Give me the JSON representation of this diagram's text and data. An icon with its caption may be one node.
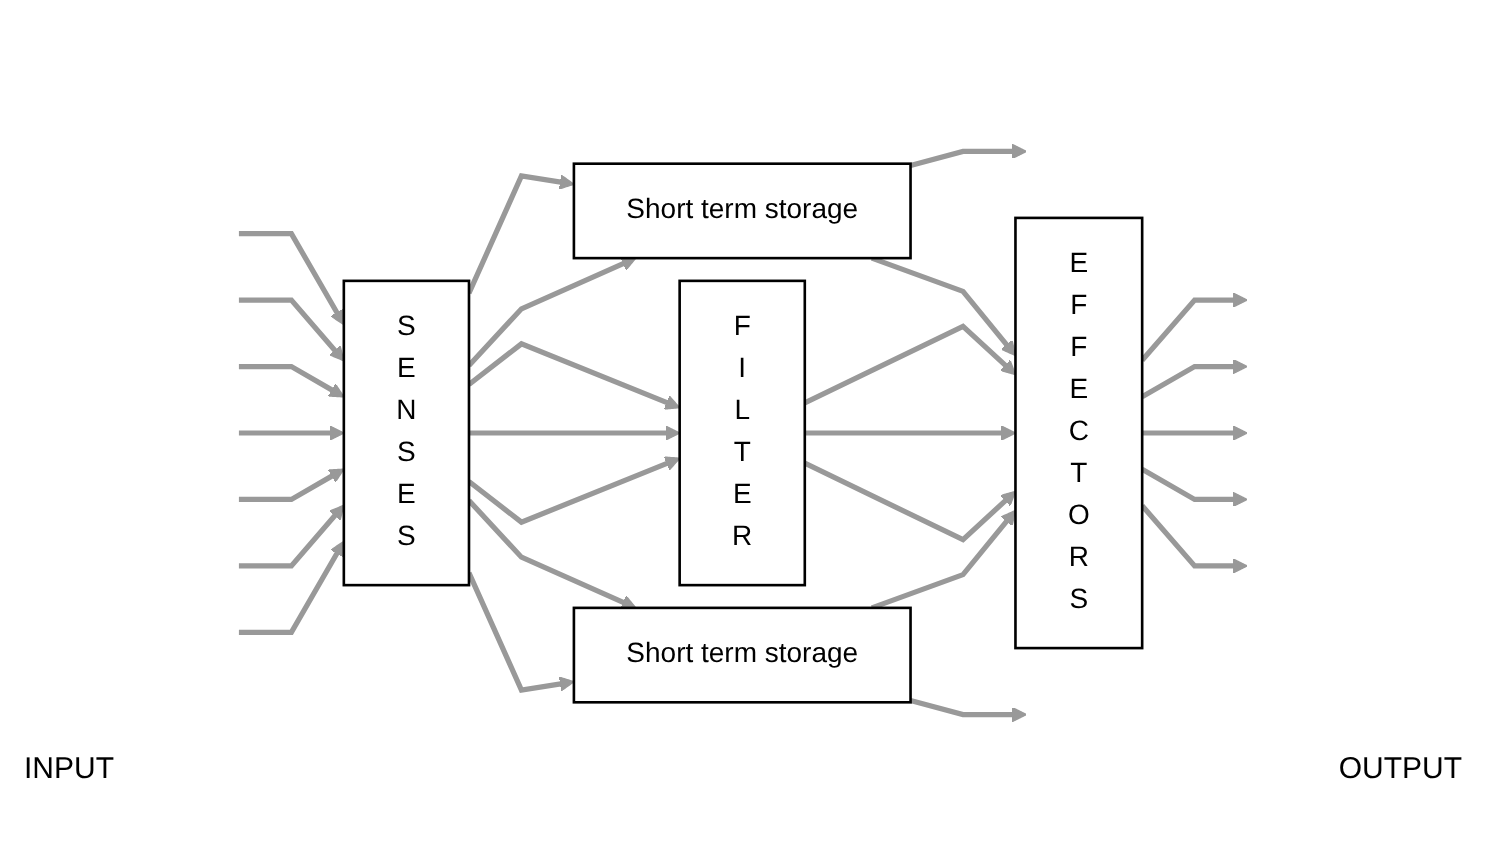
{
  "diagram": {
    "nodes": [
      {
        "text": [
          "S E N S E S"
        ]
      },
      {
        "text": [
          "Short term storage"
        ]
      },
      {
        "text": [
          "F I L T E R"
        ]
      },
      {
        "text": [
          "Short term storage"
        ]
      },
      {
        "text": [
          "E F F E C T O R S"
        ]
      }
    ],
    "edges": [
      {
        "from": null,
        "to": 0,
        "arrow": "to"
      },
      {
        "from": null,
        "to": 0,
        "arrow": "to"
      },
      {
        "from": null,
        "to": 0,
        "arrow": "to"
      },
      {
        "from": null,
        "to": 0,
        "arrow": "to"
      },
      {
        "from": null,
        "to": 0,
        "arrow": "to"
      },
      {
        "from": null,
        "to": 0,
        "arrow": "to"
      },
      {
        "from": null,
        "to": 0,
        "arrow": "to"
      },
      {
        "from": 0,
        "to": 1,
        "arrow": "to"
      },
      {
        "from": 0,
        "to": 1,
        "arrow": "to"
      },
      {
        "from": 0,
        "to": 2,
        "arrow": "to"
      },
      {
        "from": 0,
        "to": 2,
        "arrow": "to"
      },
      {
        "from": 0,
        "to": 2,
        "arrow": "to"
      },
      {
        "from": 0,
        "to": 3,
        "arrow": "to"
      },
      {
        "from": 0,
        "to": 3,
        "arrow": "to"
      },
      {
        "from": 1,
        "to": null,
        "arrow": "to"
      },
      {
        "from": 1,
        "to": 4,
        "arrow": "to"
      },
      {
        "from": 2,
        "to": 4,
        "arrow": "to"
      },
      {
        "from": 2,
        "to": 4,
        "arrow": "to"
      },
      {
        "from": 2,
        "to": 4,
        "arrow": "to"
      },
      {
        "from": 3,
        "to": 4,
        "arrow": "to"
      },
      {
        "from": 3,
        "to": null,
        "arrow": "to"
      },
      {
        "from": 4,
        "to": null,
        "arrow": "to"
      },
      {
        "from": 4,
        "to": null,
        "arrow": "to"
      },
      {
        "from": 4,
        "to": null,
        "arrow": "to"
      },
      {
        "from": 4,
        "to": null,
        "arrow": "to"
      },
      {
        "from": 4,
        "to": null,
        "arrow": "to"
      }
    ],
    "labels": [
      "INPUT",
      "OUTPUT"
    ]
  }
}
